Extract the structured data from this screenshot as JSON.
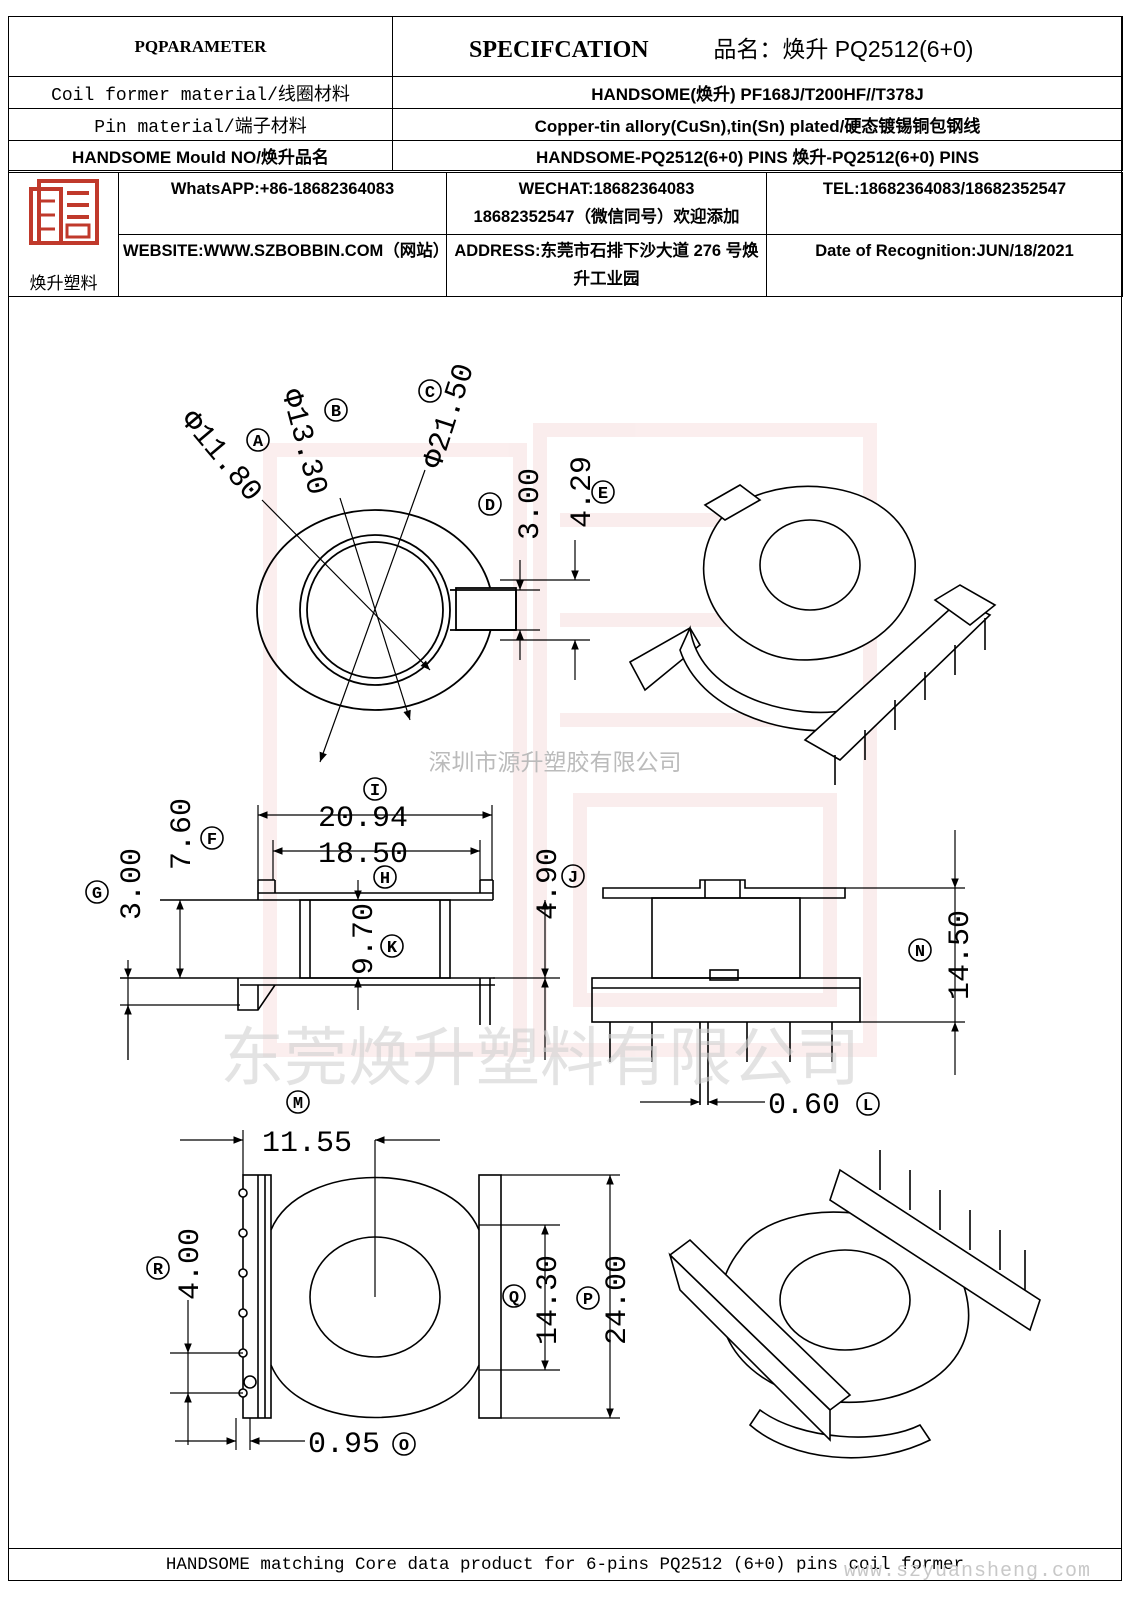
{
  "header": {
    "left_title": "PQPARAMETER",
    "spec_title": "SPECIFCATION",
    "product_name": "品名：焕升 PQ2512(6+0)"
  },
  "rows": [
    {
      "label": "Coil former material/线圈材料",
      "value": "HANDSOME(焕升)  PF168J/T200HF//T378J"
    },
    {
      "label": "Pin material/端子材料",
      "value": "Copper-tin allory(CuSn),tin(Sn) plated/硬态镀锡铜包钢线"
    },
    {
      "label": "HANDSOME Mould NO/焕升品名",
      "value": "HANDSOME-PQ2512(6+0) PINS   焕升-PQ2512(6+0) PINS"
    }
  ],
  "company": {
    "logo_text": "焕升塑料",
    "whatsapp": "WhatsAPP:+86-18682364083",
    "wechat": "WECHAT:18682364083",
    "wechat_2": "18682352547（微信同号）欢迎添加",
    "tel": "TEL:18682364083/18682352547",
    "website": "WEBSITE:WWW.SZBOBBIN.COM（网站）",
    "address": "ADDRESS:东莞市石排下沙大道 276 号焕升工业园",
    "date": "Date of Recognition:JUN/18/2021"
  },
  "watermarks": {
    "center": "深圳市源升塑胶有限公司",
    "large": "东莞焕升塑料有限公司",
    "url": "www.szyuansheng.com"
  },
  "dimensions": [
    {
      "label": "A",
      "value": "Φ11.80"
    },
    {
      "label": "B",
      "value": "Φ13.30"
    },
    {
      "label": "C",
      "value": "Φ21.50"
    },
    {
      "label": "D",
      "value": "3.00"
    },
    {
      "label": "E",
      "value": "4.29"
    },
    {
      "label": "F",
      "value": "7.60"
    },
    {
      "label": "G",
      "value": "3.00"
    },
    {
      "label": "H",
      "value": "18.50"
    },
    {
      "label": "I",
      "value": "20.94"
    },
    {
      "label": "J",
      "value": "4.90"
    },
    {
      "label": "K",
      "value": "9.70"
    },
    {
      "label": "L",
      "value": "0.60"
    },
    {
      "label": "M",
      "value": "11.55"
    },
    {
      "label": "N",
      "value": "14.50"
    },
    {
      "label": "O",
      "value": "0.95"
    },
    {
      "label": "P",
      "value": "24.00"
    },
    {
      "label": "Q",
      "value": "14.30"
    },
    {
      "label": "R",
      "value": "4.00"
    }
  ],
  "footer": "HANDSOME matching Core data  product for 6-pins PQ2512 (6+0) pins coil former"
}
